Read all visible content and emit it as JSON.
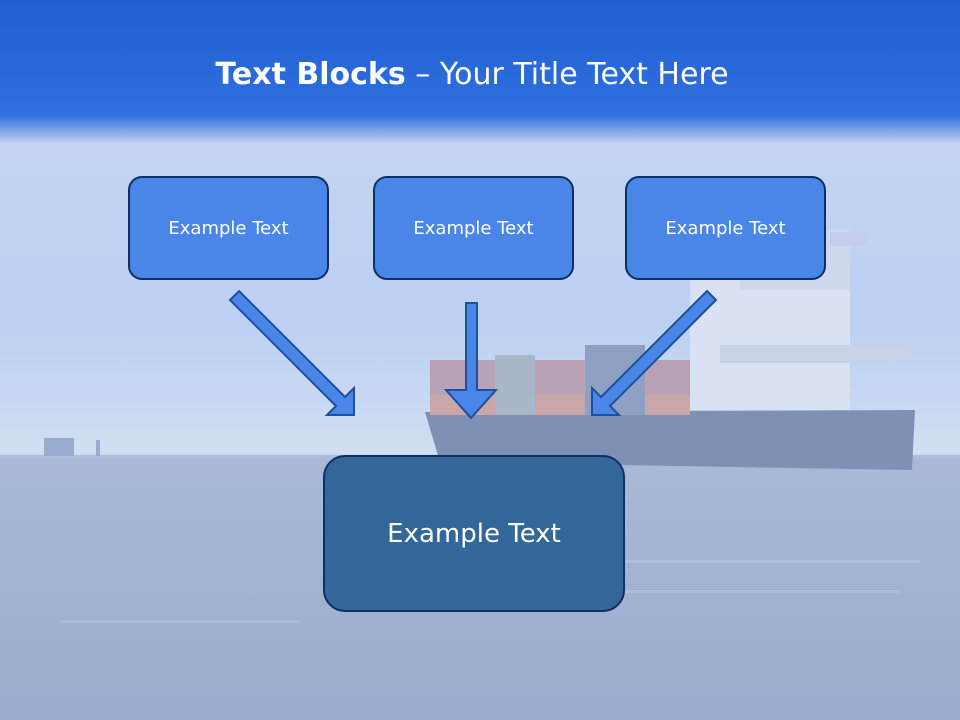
{
  "slide": {
    "title_bold": "Text Blocks",
    "title_dash": " – ",
    "title_rest": "Your Title Text Here"
  },
  "blocks": [
    {
      "label": "Example Text"
    },
    {
      "label": "Example Text"
    },
    {
      "label": "Example Text"
    }
  ],
  "result_block": {
    "label": "Example Text"
  },
  "colors": {
    "header_blue": "#2a6ad8",
    "block_fill": "#4a86e8",
    "result_fill": "#336699",
    "arrow_fill": "#4a86e8"
  }
}
